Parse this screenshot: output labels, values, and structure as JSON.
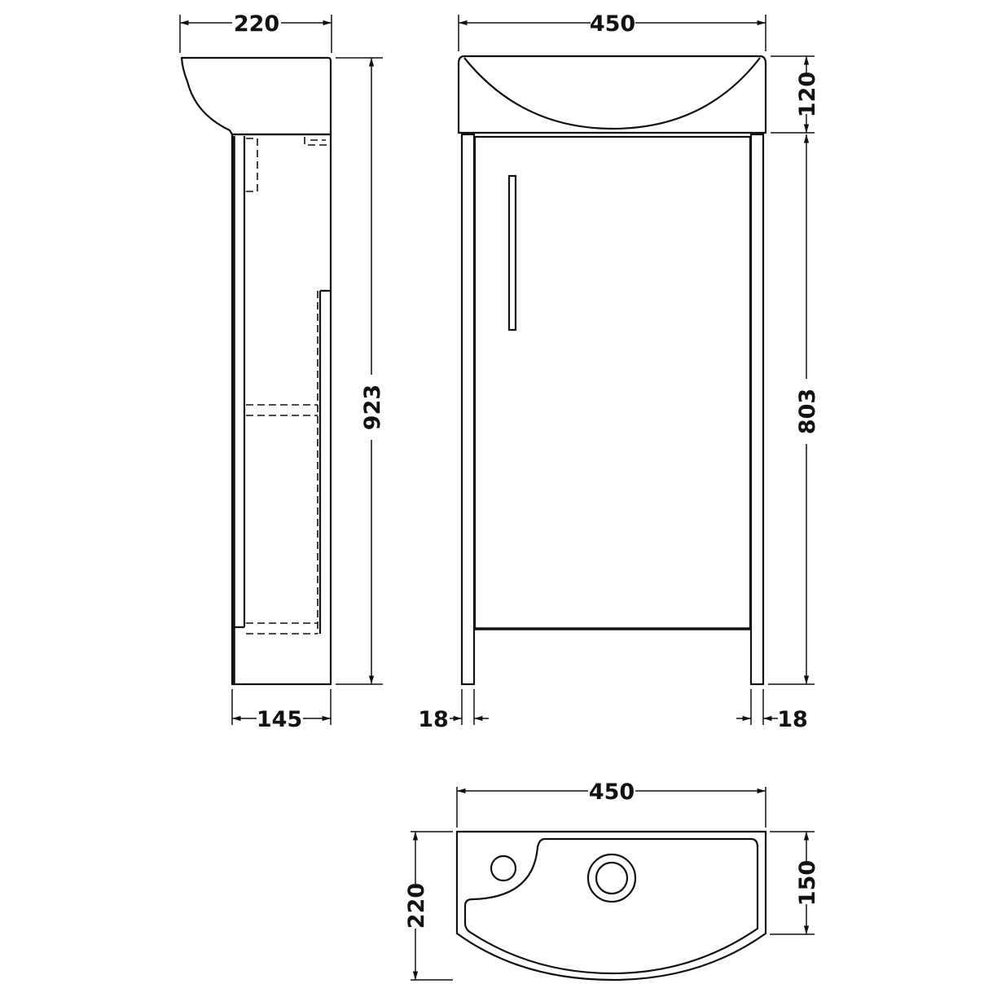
{
  "dimensions": {
    "side_depth_top": "220",
    "side_total_height": "923",
    "side_cabinet_depth": "145",
    "front_width": "450",
    "front_basin_height": "120",
    "front_cabinet_height": "803",
    "front_left_panel": "18",
    "front_right_panel": "18",
    "plan_width": "450",
    "plan_depth": "220",
    "plan_side_depth": "150"
  },
  "colors": {
    "line": "#111111",
    "background": "#ffffff"
  }
}
